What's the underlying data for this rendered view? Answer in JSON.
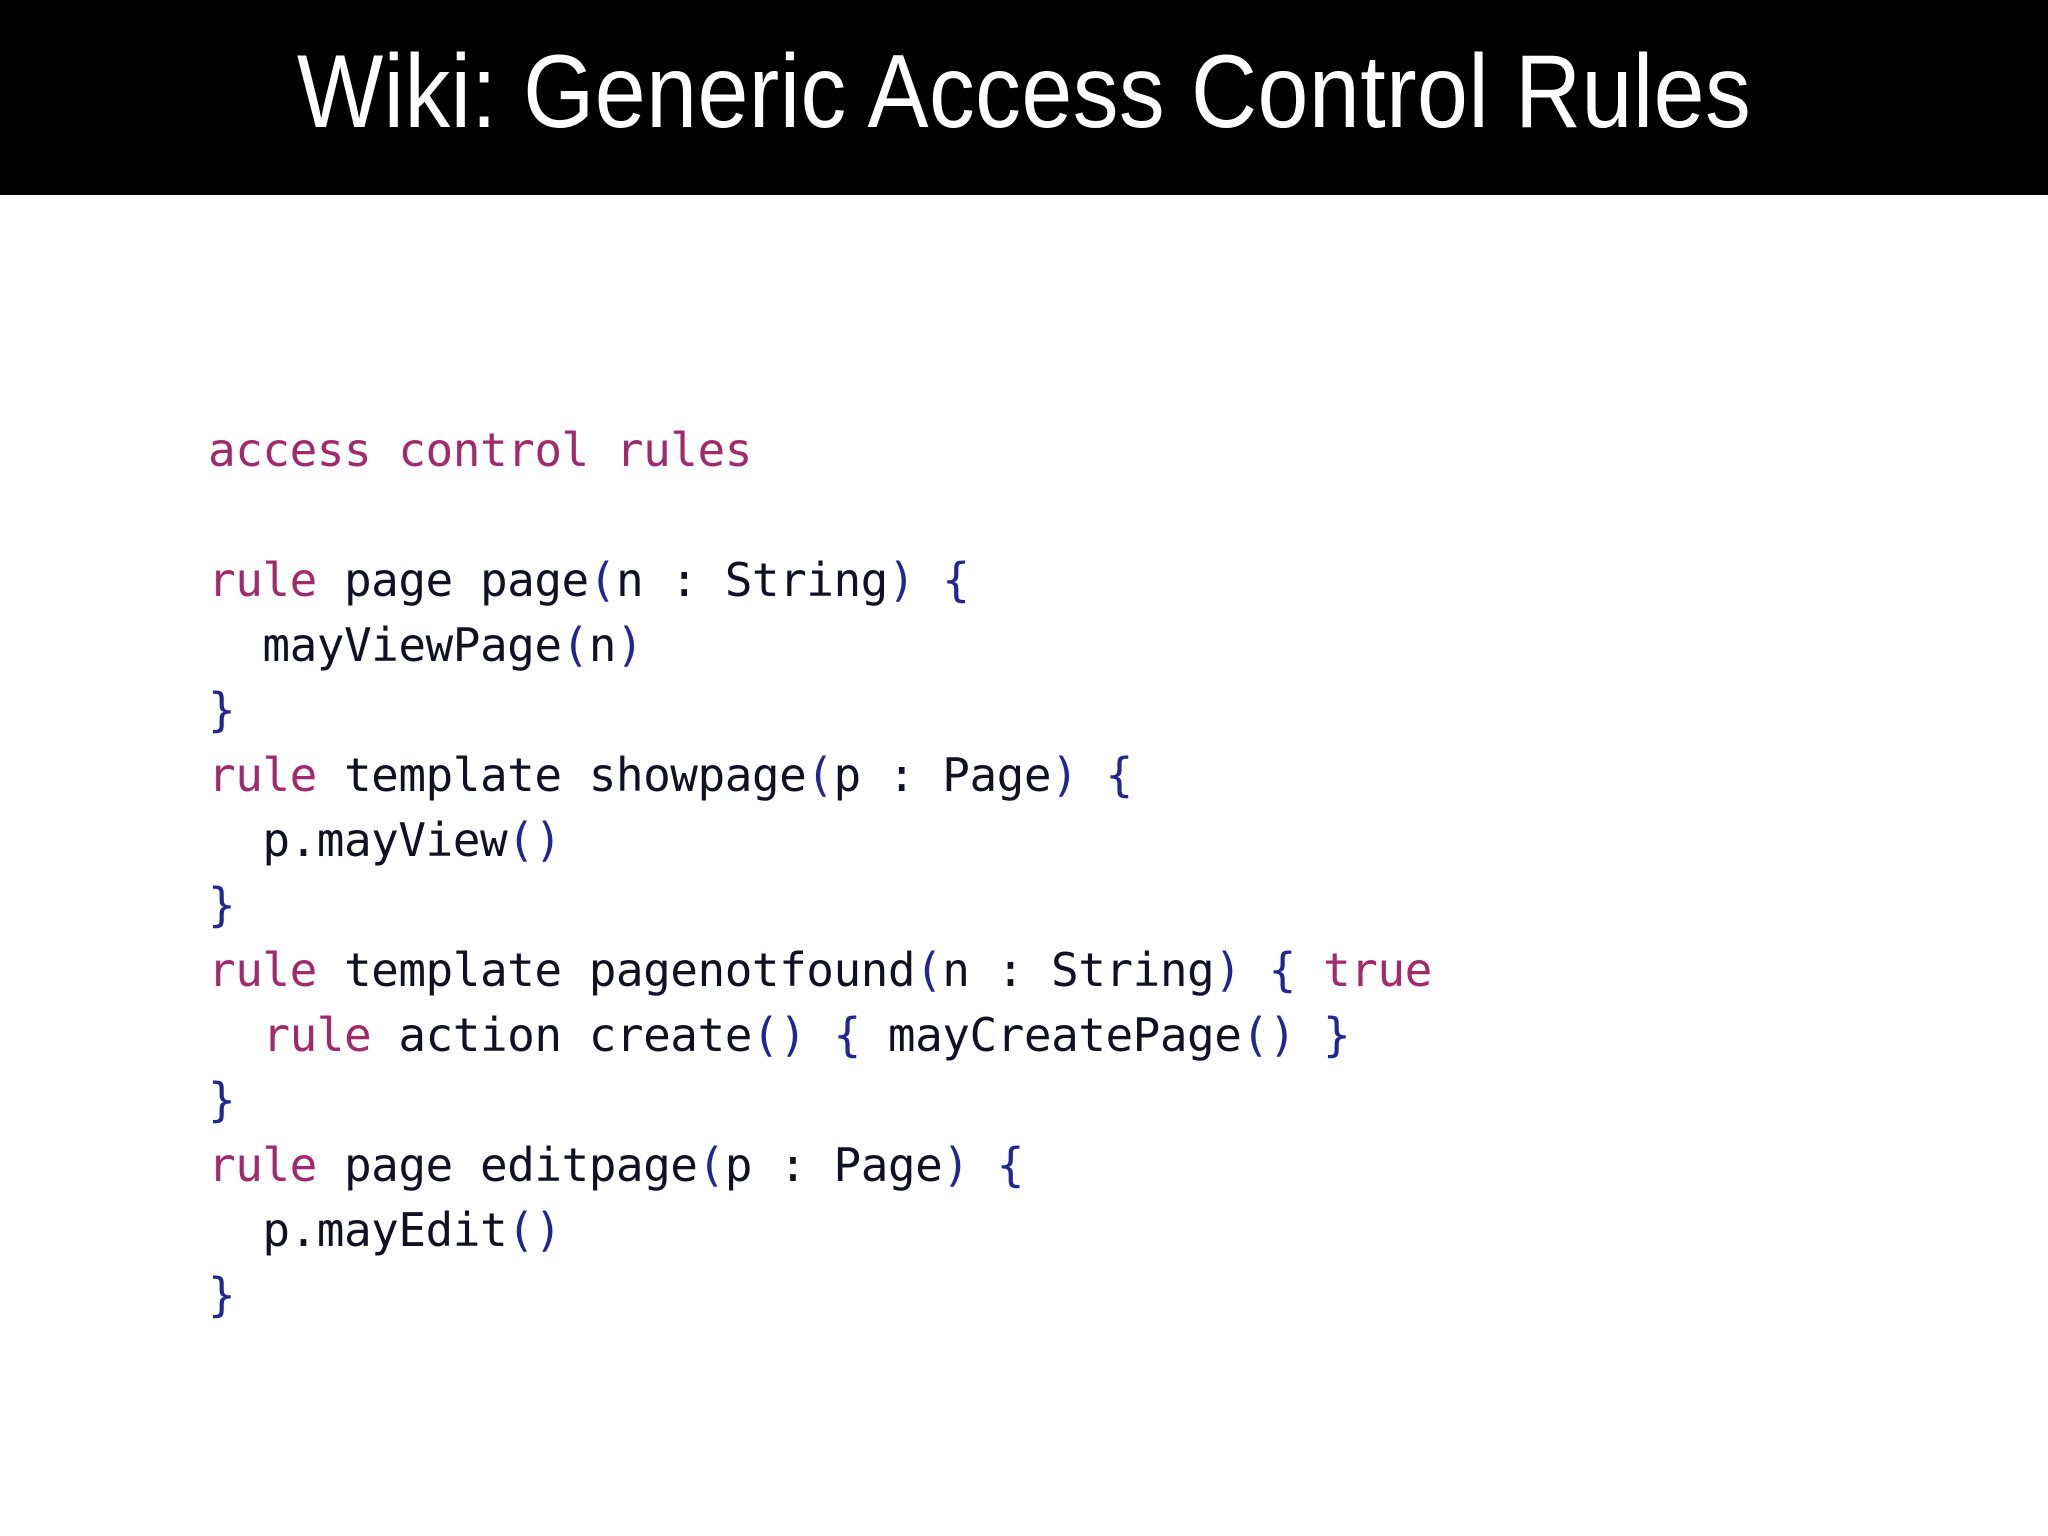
{
  "slide": {
    "title": "Wiki: Generic Access Control Rules",
    "background_color": "#ffffff",
    "banner_color": "#000000",
    "title_color": "#ffffff"
  },
  "colors": {
    "keyword": "#a12a6d",
    "identifier": "#111122",
    "punctuation": "#242493",
    "background": "#ffffff"
  },
  "code": {
    "heading": "access control rules",
    "lines": [
      {
        "id": "line-heading",
        "indent": 0,
        "tokens": [
          {
            "t": "access control rules",
            "c": "kw"
          }
        ]
      },
      {
        "id": "line-blank-1",
        "indent": 0,
        "tokens": [
          {
            "t": " ",
            "c": "plain"
          }
        ]
      },
      {
        "id": "line-rule-page",
        "indent": 0,
        "tokens": [
          {
            "t": "rule",
            "c": "kw"
          },
          {
            "t": " page page",
            "c": "id"
          },
          {
            "t": "(",
            "c": "pun"
          },
          {
            "t": "n : String",
            "c": "id"
          },
          {
            "t": ")",
            "c": "pun"
          },
          {
            "t": " ",
            "c": "id"
          },
          {
            "t": "{",
            "c": "pun"
          }
        ]
      },
      {
        "id": "line-mayviewpage",
        "indent": 1,
        "tokens": [
          {
            "t": "mayViewPage",
            "c": "id"
          },
          {
            "t": "(",
            "c": "pun"
          },
          {
            "t": "n",
            "c": "id"
          },
          {
            "t": ")",
            "c": "pun"
          }
        ]
      },
      {
        "id": "line-close-1",
        "indent": 0,
        "tokens": [
          {
            "t": "}",
            "c": "pun"
          }
        ]
      },
      {
        "id": "line-rule-showpage",
        "indent": 0,
        "tokens": [
          {
            "t": "rule",
            "c": "kw"
          },
          {
            "t": " template showpage",
            "c": "id"
          },
          {
            "t": "(",
            "c": "pun"
          },
          {
            "t": "p : Page",
            "c": "id"
          },
          {
            "t": ")",
            "c": "pun"
          },
          {
            "t": " ",
            "c": "id"
          },
          {
            "t": "{",
            "c": "pun"
          }
        ]
      },
      {
        "id": "line-p-mayview",
        "indent": 1,
        "tokens": [
          {
            "t": "p.mayView",
            "c": "id"
          },
          {
            "t": "()",
            "c": "pun"
          }
        ]
      },
      {
        "id": "line-close-2",
        "indent": 0,
        "tokens": [
          {
            "t": "}",
            "c": "pun"
          }
        ]
      },
      {
        "id": "line-rule-pnf",
        "indent": 0,
        "tokens": [
          {
            "t": "rule",
            "c": "kw"
          },
          {
            "t": " template pagenotfound",
            "c": "id"
          },
          {
            "t": "(",
            "c": "pun"
          },
          {
            "t": "n : String",
            "c": "id"
          },
          {
            "t": ")",
            "c": "pun"
          },
          {
            "t": " ",
            "c": "id"
          },
          {
            "t": "{",
            "c": "pun"
          },
          {
            "t": " ",
            "c": "id"
          },
          {
            "t": "true",
            "c": "kw"
          }
        ]
      },
      {
        "id": "line-rule-create",
        "indent": 1,
        "tokens": [
          {
            "t": "rule",
            "c": "kw"
          },
          {
            "t": " action create",
            "c": "id"
          },
          {
            "t": "()",
            "c": "pun"
          },
          {
            "t": " ",
            "c": "id"
          },
          {
            "t": "{",
            "c": "pun"
          },
          {
            "t": " mayCreatePage",
            "c": "id"
          },
          {
            "t": "()",
            "c": "pun"
          },
          {
            "t": " ",
            "c": "id"
          },
          {
            "t": "}",
            "c": "pun"
          }
        ]
      },
      {
        "id": "line-close-3",
        "indent": 0,
        "tokens": [
          {
            "t": "}",
            "c": "pun"
          }
        ]
      },
      {
        "id": "line-rule-editpage",
        "indent": 0,
        "tokens": [
          {
            "t": "rule",
            "c": "kw"
          },
          {
            "t": " page editpage",
            "c": "id"
          },
          {
            "t": "(",
            "c": "pun"
          },
          {
            "t": "p : Page",
            "c": "id"
          },
          {
            "t": ")",
            "c": "pun"
          },
          {
            "t": " ",
            "c": "id"
          },
          {
            "t": "{",
            "c": "pun"
          }
        ]
      },
      {
        "id": "line-p-mayedit",
        "indent": 1,
        "tokens": [
          {
            "t": "p.mayEdit",
            "c": "id"
          },
          {
            "t": "()",
            "c": "pun"
          }
        ]
      },
      {
        "id": "line-close-4",
        "indent": 0,
        "tokens": [
          {
            "t": "}",
            "c": "pun"
          }
        ]
      }
    ],
    "plain_text": [
      "access control rules",
      "",
      "rule page page(n : String) {",
      "  mayViewPage(n)",
      "}",
      "rule template showpage(p : Page) {",
      "  p.mayView()",
      "}",
      "rule template pagenotfound(n : String) { true",
      "  rule action create() { mayCreatePage() }",
      "}",
      "rule page editpage(p : Page) {",
      "  p.mayEdit()",
      "}"
    ]
  }
}
